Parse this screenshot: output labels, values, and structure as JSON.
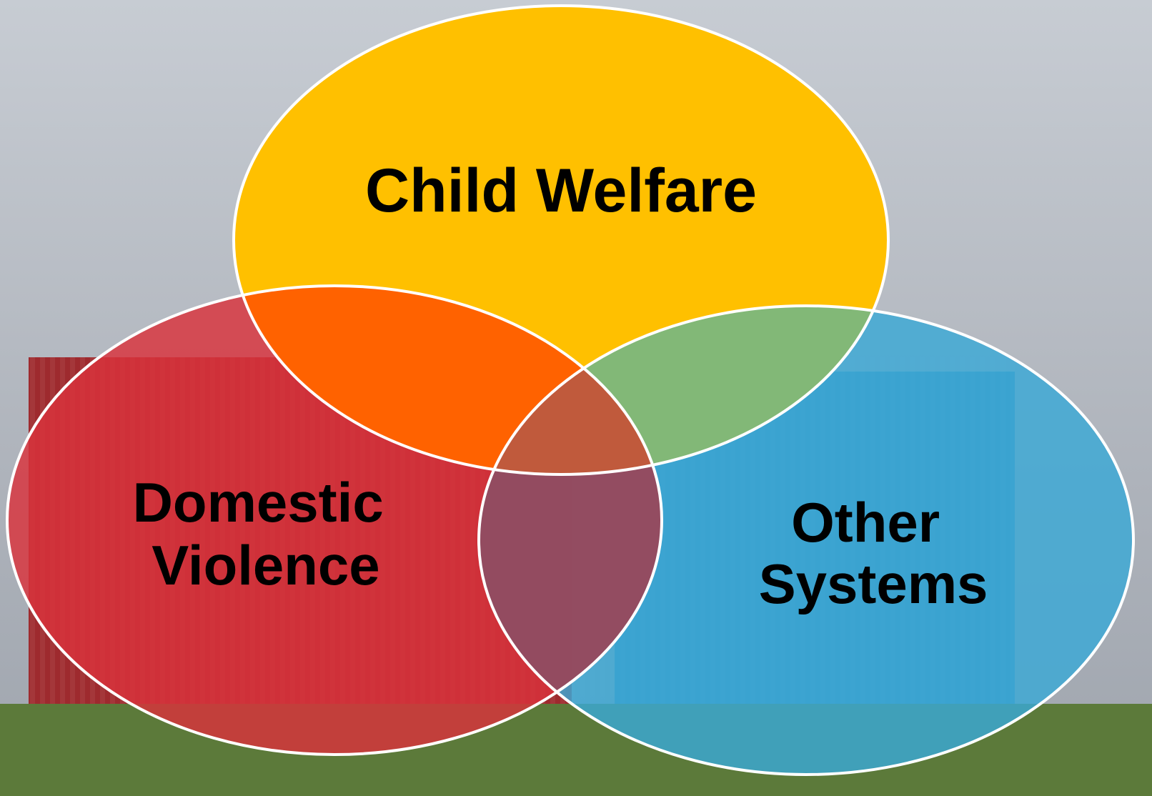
{
  "diagram": {
    "type": "venn",
    "circles": [
      {
        "id": "child-welfare",
        "lines": [
          "Child Welfare"
        ],
        "color": "#FFC000"
      },
      {
        "id": "domestic-violence",
        "lines": [
          "Domestic",
          "Violence"
        ],
        "color": "#D9323C"
      },
      {
        "id": "other-systems",
        "lines": [
          "Other",
          "Systems"
        ],
        "color": "#3BA8D6"
      }
    ],
    "overlap_colors": {
      "child-welfare_domestic-violence": "#FF6200",
      "child-welfare_other-systems": "#82B877",
      "domestic-violence_other-systems": "#9A4456",
      "all": "#C05A3C"
    },
    "outline_color": "#FFFFFF"
  },
  "background": {
    "sky": "#B9BEC6",
    "building_red": "#9E2A2E",
    "building_blue": "#3A8CB8",
    "grass": "#5C7A3A"
  }
}
